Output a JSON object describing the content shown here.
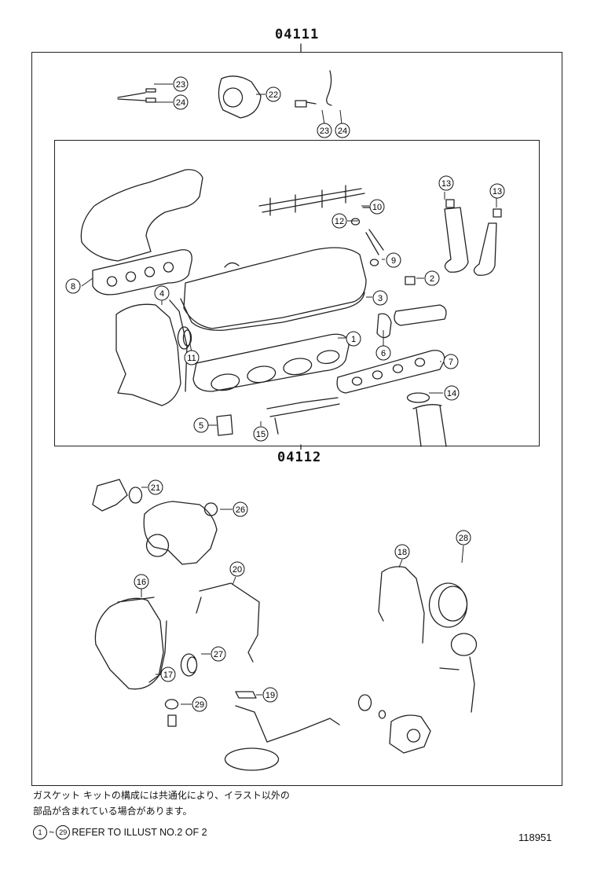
{
  "diagram": {
    "group_code_outer": "04111",
    "group_code_inner": "04112",
    "callouts": [
      {
        "num": "1"
      },
      {
        "num": "2"
      },
      {
        "num": "3"
      },
      {
        "num": "4"
      },
      {
        "num": "5"
      },
      {
        "num": "6"
      },
      {
        "num": "7"
      },
      {
        "num": "8"
      },
      {
        "num": "9"
      },
      {
        "num": "10"
      },
      {
        "num": "11"
      },
      {
        "num": "12"
      },
      {
        "num": "13"
      },
      {
        "num": "13"
      },
      {
        "num": "14"
      },
      {
        "num": "15"
      },
      {
        "num": "16"
      },
      {
        "num": "17"
      },
      {
        "num": "18"
      },
      {
        "num": "19"
      },
      {
        "num": "20"
      },
      {
        "num": "21"
      },
      {
        "num": "22"
      },
      {
        "num": "23"
      },
      {
        "num": "24"
      },
      {
        "num": "23"
      },
      {
        "num": "24"
      },
      {
        "num": "26"
      },
      {
        "num": "27"
      },
      {
        "num": "28"
      },
      {
        "num": "29"
      }
    ]
  },
  "notes": {
    "line1": "ガスケット キットの構成には共通化により、イラスト以外の",
    "line2": "部品が含まれている場合があります。",
    "refer_start": "1",
    "refer_tilde": "~",
    "refer_end": "29",
    "refer_text": "REFER TO ILLUST NO.2 OF 2"
  },
  "figure_number": "118951"
}
